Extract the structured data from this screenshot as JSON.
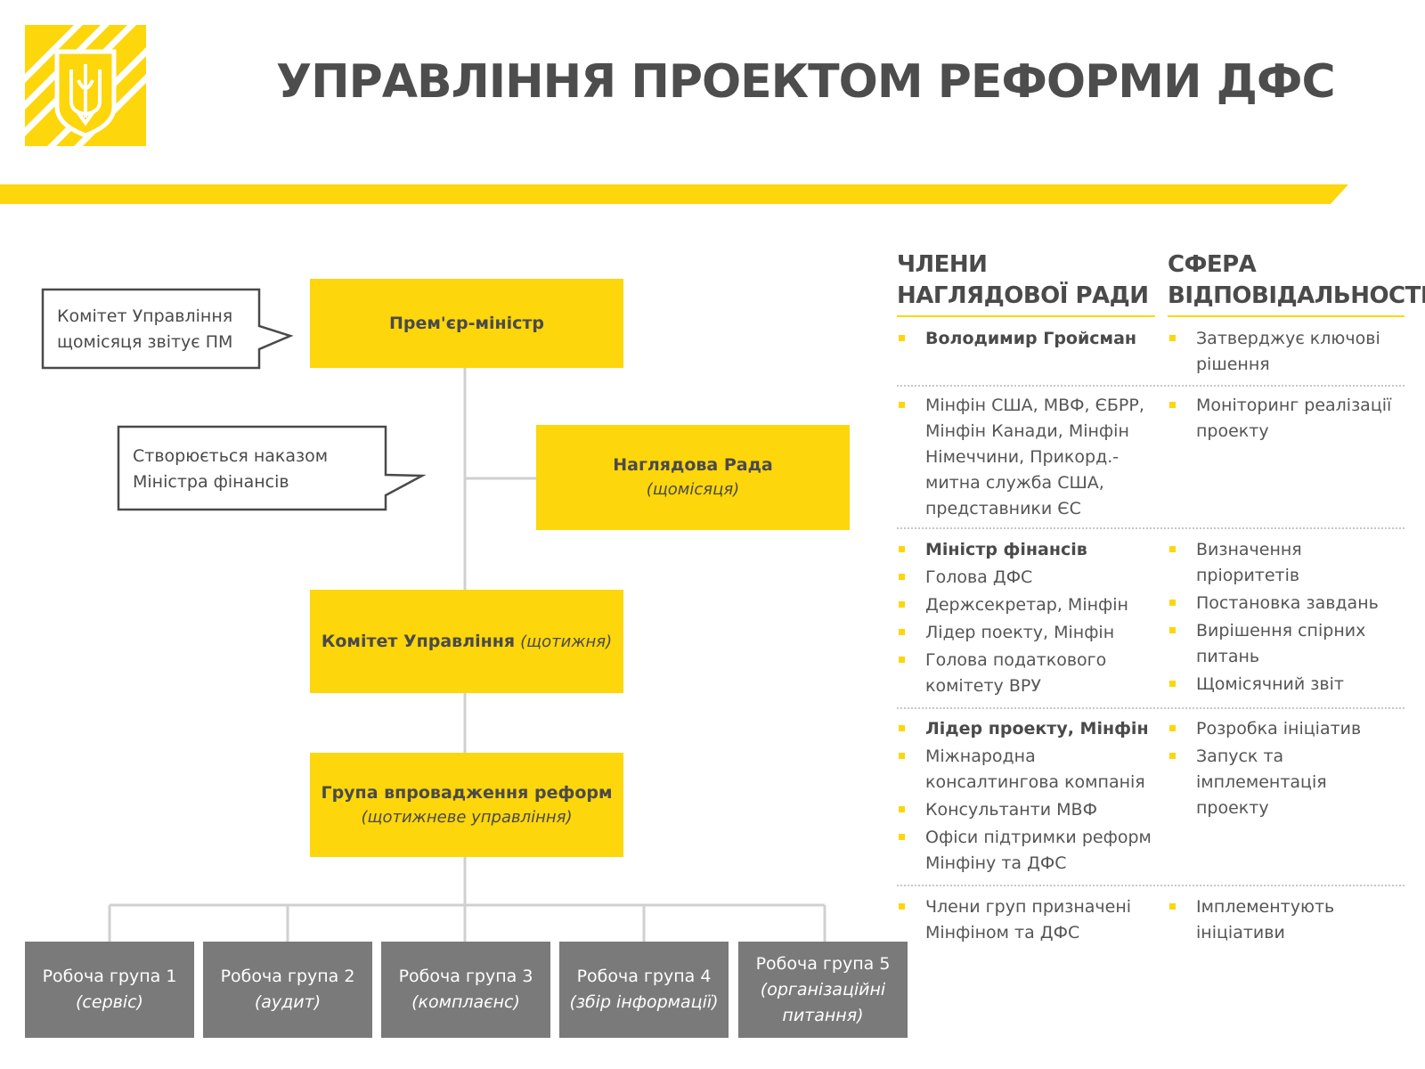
{
  "title": "УПРАВЛІННЯ ПРОЕКТОМ РЕФОРМИ ДФС",
  "colors": {
    "accent": "#fdd60b",
    "gray_box": "#7a7a7a",
    "text": "#4a4a4a"
  },
  "logo": {
    "icon": "trident-coat-of-arms-icon"
  },
  "org": {
    "pm": "Прем'єр-міністр",
    "board": {
      "label": "Наглядова Рада",
      "freq": "(щомісяця)"
    },
    "committee": {
      "label": "Комітет Управління",
      "freq": "(щотижня)"
    },
    "group": {
      "label": "Група впровадження реформ",
      "freq": "(щотижневе управління)"
    },
    "callout1": [
      "Комітет Управління",
      "щомісяця звітує ПМ"
    ],
    "callout2": [
      "Створюється наказом",
      "Міністра фінансів"
    ],
    "working_groups": [
      {
        "label": "Робоча група 1",
        "sub": "(сервіс)"
      },
      {
        "label": "Робоча група 2",
        "sub": "(аудит)"
      },
      {
        "label": "Робоча група 3",
        "sub": "(комплаєнс)"
      },
      {
        "label": "Робоча група 4",
        "sub": "(збір інформації)"
      },
      {
        "label": "Робоча група 5",
        "sub": "(організаційні",
        "sub2": "питання)"
      }
    ]
  },
  "table": {
    "head_members": [
      "ЧЛЕНИ",
      "НАГЛЯДОВОЇ РАДИ"
    ],
    "head_scope": [
      "СФЕРА",
      "ВІДПОВІДАЛЬНОСТІ"
    ],
    "rows": [
      {
        "members": [
          "Володимир Гройсман"
        ],
        "bold_first": true,
        "scope": [
          "Затверджує ключові рішення"
        ]
      },
      {
        "members": [
          "Мінфін США, МВФ, ЄБРР, Мінфін Канади, Мінфін Німеччини, Прикорд.-митна служба США, представники ЄС"
        ],
        "bold_first": false,
        "scope": [
          "Моніторинг реалізації проекту"
        ]
      },
      {
        "members": [
          "Міністр фінансів",
          "Голова ДФС",
          "Держсекретар, Мінфін",
          "Лідер поекту, Мінфін",
          "Голова податкового комітету ВРУ"
        ],
        "bold_first": true,
        "scope": [
          "Визначення пріоритетів",
          "Постановка завдань",
          "Вирішення спірних питань",
          "Щомісячний звіт"
        ]
      },
      {
        "members": [
          "Лідер проекту, Мінфін",
          "Міжнародна консалтингова компанія",
          "Консультанти МВФ",
          "Офіси підтримки реформ Мінфіну та ДФС"
        ],
        "bold_first": true,
        "scope": [
          "Розробка ініціатив",
          "Запуск та імплементація проекту"
        ]
      },
      {
        "members": [
          "Члени груп призначені Мінфіном та ДФС"
        ],
        "bold_first": false,
        "scope": [
          "Імплементують ініціативи"
        ]
      }
    ]
  }
}
